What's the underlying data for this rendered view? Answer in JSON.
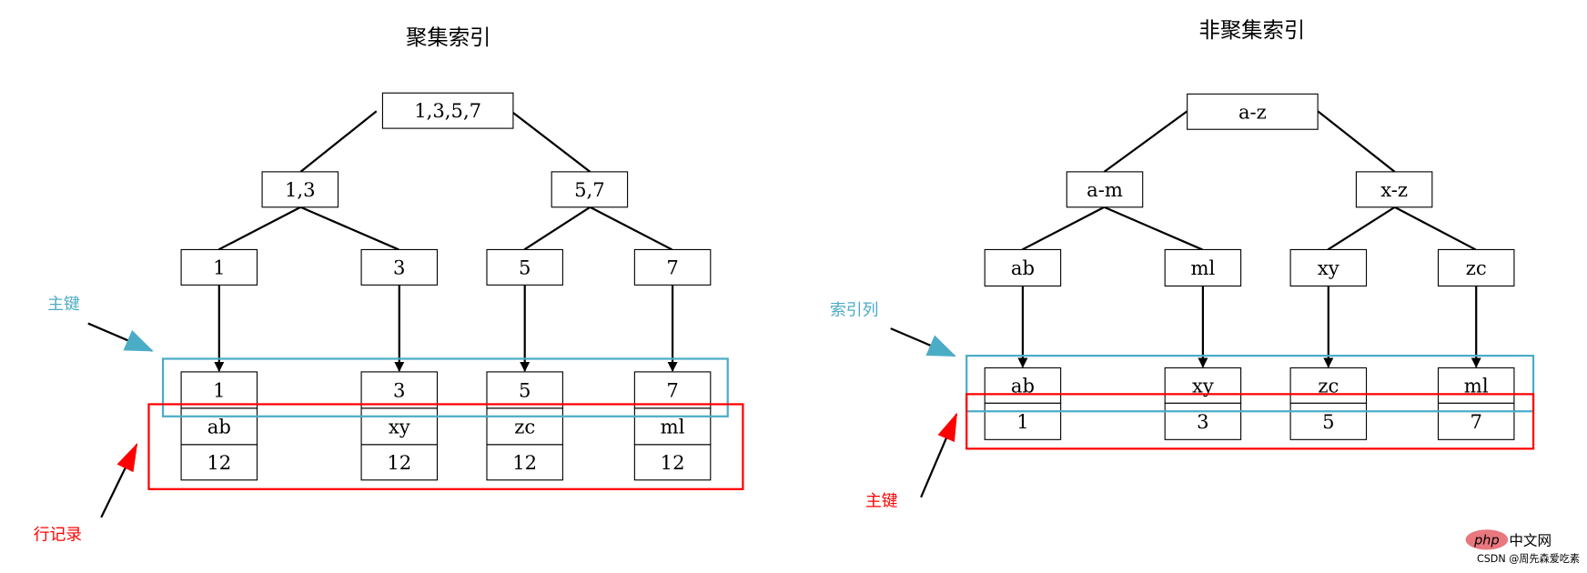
{
  "clustered": {
    "title": "聚集索引",
    "root": "1,3,5,7",
    "level2": [
      "1,3",
      "5,7"
    ],
    "level3": [
      "1",
      "3",
      "5",
      "7"
    ],
    "leaves": [
      [
        "1",
        "ab",
        "12"
      ],
      [
        "3",
        "xy",
        "12"
      ],
      [
        "5",
        "zc",
        "12"
      ],
      [
        "7",
        "ml",
        "12"
      ]
    ],
    "label_key": "主键",
    "label_row": "行记录"
  },
  "nonclustered": {
    "title": "非聚集索引",
    "root": "a-z",
    "level2": [
      "a-m",
      "x-z"
    ],
    "level3": [
      "ab",
      "ml",
      "xy",
      "zc"
    ],
    "leaves": [
      [
        "ab",
        "1"
      ],
      [
        "xy",
        "3"
      ],
      [
        "zc",
        "5"
      ],
      [
        "ml",
        "7"
      ]
    ],
    "label_index": "索引列",
    "label_key": "主键"
  },
  "watermark": {
    "logo": "php",
    "site": "中文网",
    "credit": "CSDN @周先森爱吃素"
  },
  "colors": {
    "blue": "#4bacc6",
    "red": "#ff0000"
  }
}
